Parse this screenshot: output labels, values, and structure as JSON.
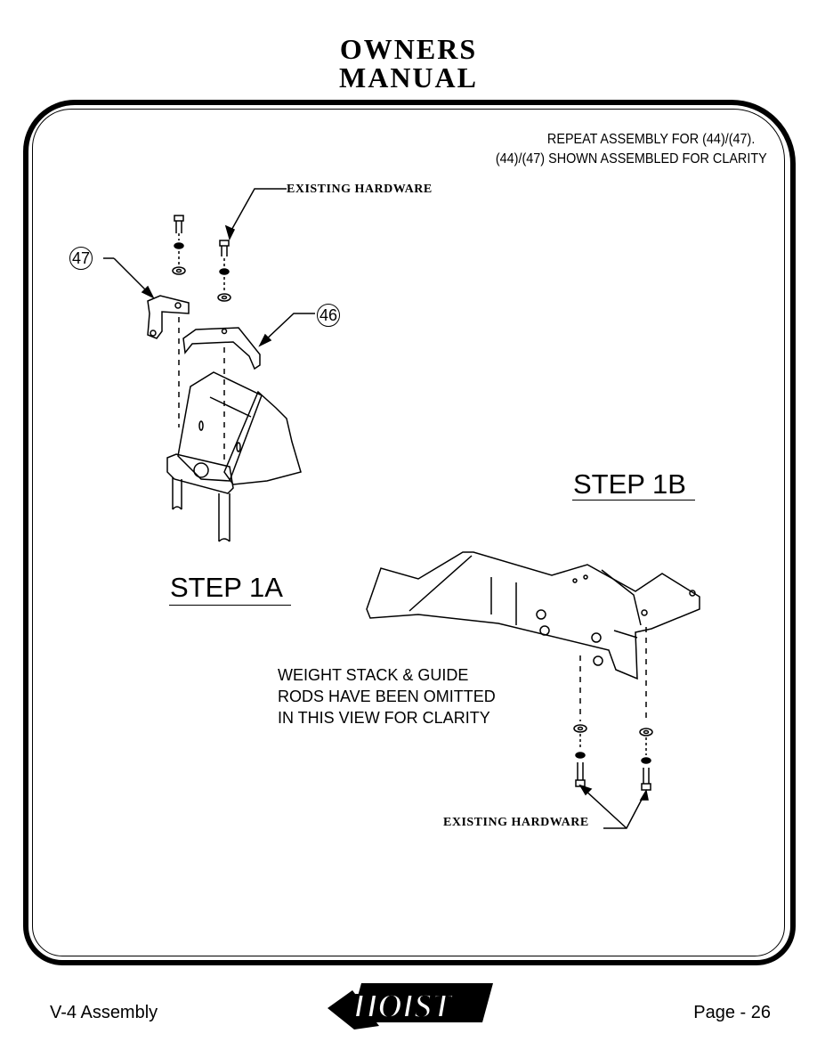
{
  "header": {
    "line1": "OWNERS",
    "line2": "MANUAL"
  },
  "notes": {
    "repeat_line1": "REPEAT ASSEMBLY FOR (44)/(47).",
    "repeat_line2": "(44)/(47) SHOWN ASSEMBLED FOR CLARITY"
  },
  "labels": {
    "existing_hardware_top": "EXISTING HARDWARE",
    "existing_hardware_bottom": "EXISTING HARDWARE",
    "callout_47": "47",
    "callout_46": "46"
  },
  "steps": {
    "step_1a": "STEP 1A",
    "step_1b": "STEP 1B"
  },
  "omit_note": {
    "line1": "WEIGHT STACK & GUIDE",
    "line2": "RODS HAVE BEEN OMITTED",
    "line3": "IN THIS VIEW FOR CLARITY"
  },
  "footer": {
    "section": "V-4 Assembly",
    "page": "Page - 26"
  },
  "logo": {
    "text": "HOIST"
  }
}
